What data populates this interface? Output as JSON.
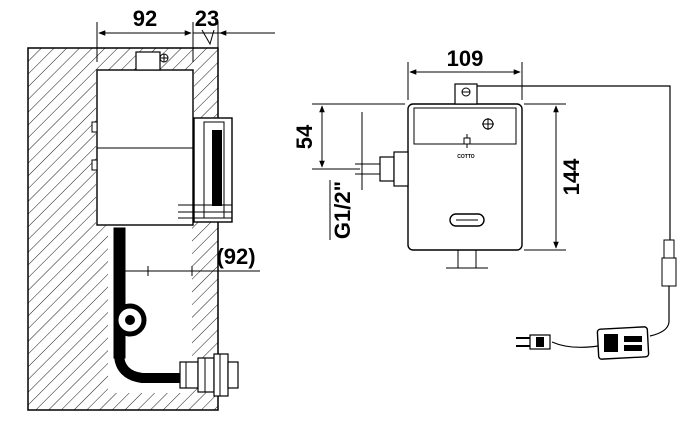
{
  "side_view": {
    "dim_width": "92",
    "dim_panel": "23",
    "dim_depth_ref": "(92)"
  },
  "front_view": {
    "dim_width": "109",
    "dim_offset": "54",
    "dim_height": "144",
    "thread_label": "G1/2\"",
    "brand_mark": "COTTO"
  },
  "colors": {
    "line": "#000000",
    "background": "#ffffff",
    "body_fill": "#ffffff",
    "hatch": "#000000"
  },
  "icons": [
    "plug-icon",
    "power-adapter-icon",
    "wall-hatch"
  ]
}
